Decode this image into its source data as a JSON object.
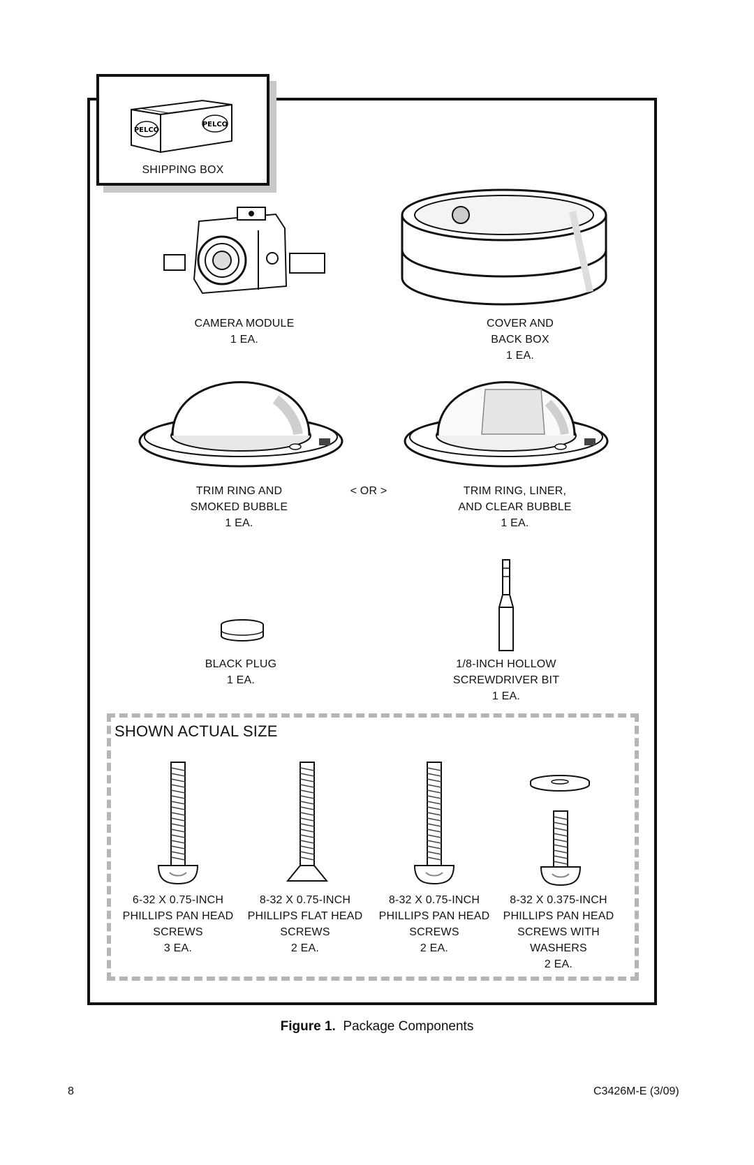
{
  "shipping_box": {
    "label": "SHIPPING BOX",
    "brand": "PELCO"
  },
  "camera_module": {
    "line1": "CAMERA MODULE",
    "line2": "1 EA."
  },
  "cover_back_box": {
    "line1": "COVER AND",
    "line2": "BACK BOX",
    "line3": "1 EA."
  },
  "trim_smoked": {
    "line1": "TRIM RING AND",
    "line2": "SMOKED BUBBLE",
    "line3": "1 EA."
  },
  "or_label": "< OR >",
  "trim_clear": {
    "line1": "TRIM RING, LINER,",
    "line2": "AND CLEAR BUBBLE",
    "line3": "1 EA."
  },
  "black_plug": {
    "line1": "BLACK PLUG",
    "line2": "1 EA."
  },
  "screwdriver_bit": {
    "line1": "1/8-INCH HOLLOW",
    "line2": "SCREWDRIVER BIT",
    "line3": "1 EA."
  },
  "actual_size_title": "SHOWN ACTUAL SIZE",
  "screws": [
    {
      "line1": "6-32 X 0.75-INCH",
      "line2": "PHILLIPS PAN HEAD",
      "line3": "SCREWS",
      "line4": "3 EA."
    },
    {
      "line1": "8-32 X 0.75-INCH",
      "line2": "PHILLIPS FLAT HEAD",
      "line3": "SCREWS",
      "line4": "2 EA."
    },
    {
      "line1": "8-32 X 0.75-INCH",
      "line2": "PHILLIPS PAN HEAD",
      "line3": "SCREWS",
      "line4": "2 EA."
    },
    {
      "line1": "8-32 X 0.375-INCH",
      "line2": "PHILLIPS PAN HEAD",
      "line3": "SCREWS WITH",
      "line4": "WASHERS",
      "line5": "2 EA."
    }
  ],
  "caption": {
    "figure": "Figure 1.",
    "title": "Package Components"
  },
  "footer": {
    "page_number": "8",
    "doc_code": "C3426M-E (3/09)"
  }
}
